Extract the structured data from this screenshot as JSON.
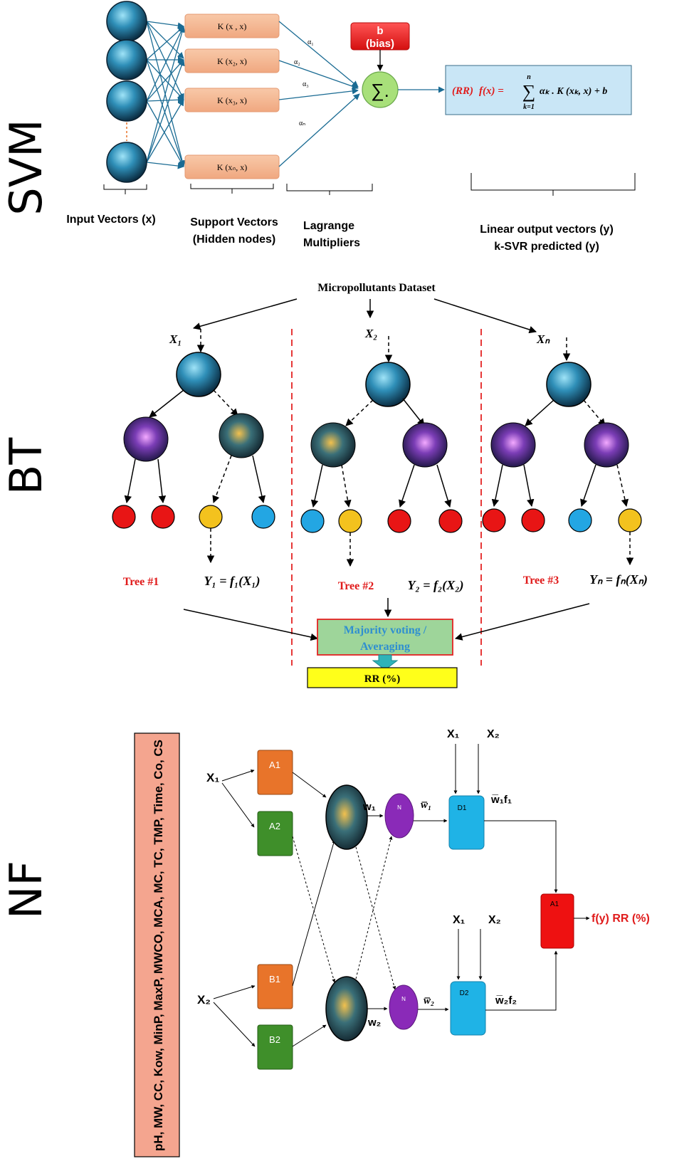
{
  "colors": {
    "node_ball": "#1f6f96",
    "kernel_box": "#f5b895",
    "bias_box": "#e32222",
    "sum_node": "#a8e07a",
    "formula_box": "#c9e6f6",
    "leaf_red": "#e81515",
    "leaf_yellow": "#f3c21e",
    "leaf_blue": "#23a6e3",
    "vote_box": "#9ed59a",
    "rr_box": "#ffff1a",
    "input_box": "#f4a58f",
    "fuzzy_orange": "#e8742a",
    "fuzzy_green": "#3f8f2a",
    "norm_node": "#8a2ab8",
    "defuzz_node": "#1fb3e6",
    "agg_node": "#ee1111",
    "red_text": "#e01b1b"
  },
  "svm": {
    "section_label": "SVM",
    "kernels": [
      "K (x , x)",
      "K (x₂, x)",
      "K (x₃, x)",
      "K (xₙ, x)"
    ],
    "alphas": [
      "α₁",
      "α₂",
      "α₃",
      "αₙ"
    ],
    "bias_label": "b",
    "bias_sub": "(bias)",
    "sum_symbol": "∑.",
    "formula": {
      "lhs": "(RR)",
      "fx": "f(x) =",
      "sum_top": "n",
      "sum_sign": "∑",
      "sum_bottom": "k=1",
      "rhs": "αₖ . K (xₖ, x) + b"
    },
    "brace_labels": {
      "input": "Input Vectors (x)",
      "support_1": "Support Vectors",
      "support_2": "(Hidden nodes)",
      "lagrange_1": "Lagrange",
      "lagrange_2": "Multipliers",
      "output_1": "Linear output vectors (y)",
      "output_2": "k-SVR predicted (y)"
    }
  },
  "bt": {
    "section_label": "BT",
    "dataset_label": "Micropollutants Dataset",
    "inputs": [
      "X₁",
      "X₂",
      "Xₙ"
    ],
    "trees": [
      {
        "name": "Tree #1",
        "output": "Y₁ = f₁(X₁)"
      },
      {
        "name": "Tree #2",
        "output": "Y₂ = f₂(X₂)"
      },
      {
        "name": "Tree #3",
        "output": "Yₙ = fₙ(Xₙ)"
      }
    ],
    "vote_label_1": "Majority voting /",
    "vote_label_2": "Averaging",
    "rr_label": "RR (%)"
  },
  "nf": {
    "section_label": "NF",
    "input_params": "pH, MW, CC, Kow, MinP, MaxP, MWCO, MCA, MC, TC, TMP, Time, Co, CS",
    "x1": "X₁",
    "x2": "X₂",
    "fuzzy_top": [
      "A1",
      "A2"
    ],
    "fuzzy_bottom": [
      "B1",
      "B2"
    ],
    "w1": "w₁",
    "w2": "w₂",
    "norm_label": "N",
    "w1_bar": "w̅₁",
    "w2_bar": "w̅₂",
    "d1": "D1",
    "d2": "D2",
    "d_inputs": [
      "X₁",
      "X₂"
    ],
    "w1f1": "w̅₁f₁",
    "w2f2": "w̅₂f₂",
    "agg_label": "A1",
    "output_label": "f(y) RR (%)"
  }
}
